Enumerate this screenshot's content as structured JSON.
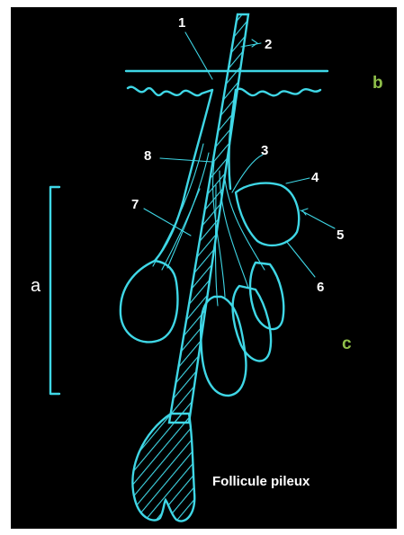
{
  "caption": "Follicule pileux",
  "labels": {
    "n1": "1",
    "n2": "2",
    "n3": "3",
    "n4": "4",
    "n5": "5",
    "n6": "6",
    "n7": "7",
    "n8": "8"
  },
  "zones": {
    "a": "a",
    "b": "b",
    "c": "c"
  },
  "colors": {
    "background": "#000000",
    "line": "#3fd7e6",
    "zone_label": "#8fbf4a",
    "text": "#ffffff"
  }
}
